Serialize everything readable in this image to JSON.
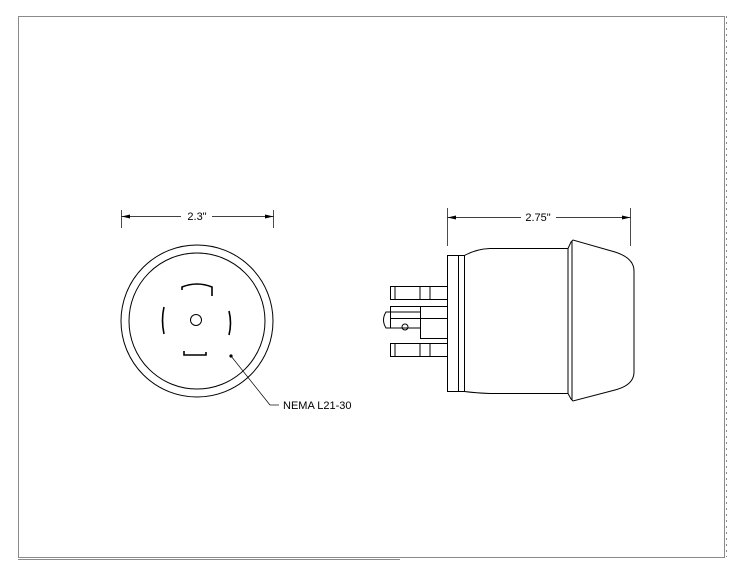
{
  "drawing": {
    "front_view": {
      "dimension_label": "2.3\""
    },
    "side_view": {
      "dimension_label": "2.75\""
    },
    "callout": {
      "label": "NEMA L21-30"
    }
  }
}
